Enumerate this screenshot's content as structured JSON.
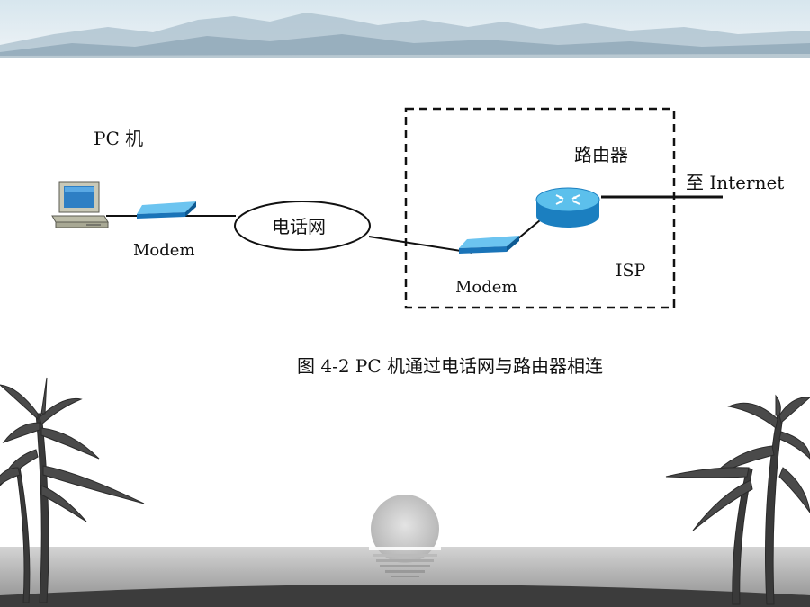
{
  "diagram": {
    "pc_label": "PC 机",
    "modem_left_label": "Modem",
    "phone_network_label": "电话网",
    "router_label": "路由器",
    "internet_label": "至 Internet",
    "isp_label": "ISP",
    "modem_right_label": "Modem"
  },
  "caption": "图 4-2 PC 机通过电话网与路由器相连",
  "colors": {
    "device_blue": "#1f8fd6",
    "router_blue": "#2aa3dc",
    "line": "#111111",
    "banner_sky": "#cfe0ea"
  },
  "icons": [
    "computer-icon",
    "modem-icon",
    "router-icon",
    "palm-tree-icon",
    "sun-icon"
  ]
}
